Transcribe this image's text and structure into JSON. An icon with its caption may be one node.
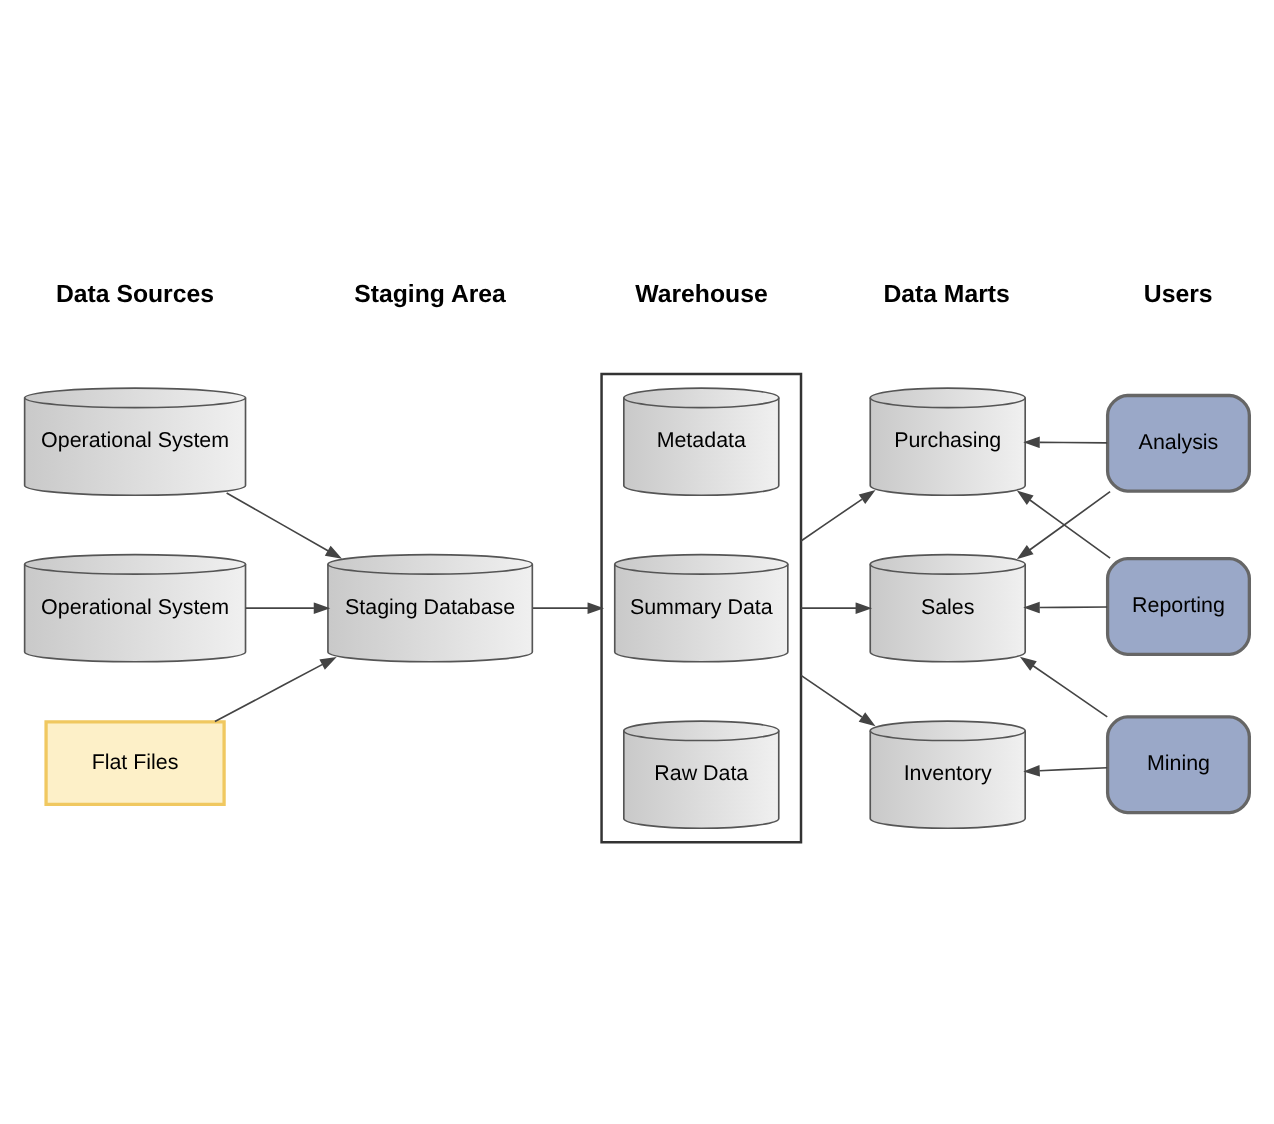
{
  "diagram": {
    "nodes": [
      {
        "text": [
          "Operational System"
        ]
      },
      {
        "text": [
          "Operational System"
        ]
      },
      {
        "text": [
          "Flat Files"
        ]
      },
      {
        "text": [
          "Staging Database"
        ]
      },
      {
        "text": [],
        "shape": "box"
      },
      {
        "text": [
          "Metadata"
        ],
        "in": 4
      },
      {
        "text": [
          "Summary Data"
        ],
        "in": 4
      },
      {
        "text": [
          "Raw Data"
        ],
        "in": 4
      },
      {
        "text": [
          "Purchasing"
        ]
      },
      {
        "text": [
          "Sales"
        ]
      },
      {
        "text": [
          "Inventory"
        ]
      },
      {
        "text": [
          "Analysis"
        ]
      },
      {
        "text": [
          "Reporting"
        ]
      },
      {
        "text": [
          "Mining"
        ]
      }
    ],
    "edges": [
      {
        "from": 0,
        "to": 3,
        "arrow": "to"
      },
      {
        "from": 1,
        "to": 3,
        "arrow": "to"
      },
      {
        "from": 2,
        "to": 3,
        "arrow": "to"
      },
      {
        "from": 3,
        "to": 4,
        "arrow": "to"
      },
      {
        "from": 4,
        "to": 8,
        "arrow": "to"
      },
      {
        "from": 4,
        "to": 9,
        "arrow": "to"
      },
      {
        "from": 4,
        "to": 10,
        "arrow": "to"
      },
      {
        "from": 11,
        "to": 8,
        "arrow": "to"
      },
      {
        "from": 11,
        "to": 9,
        "arrow": "to"
      },
      {
        "from": 12,
        "to": 9,
        "arrow": "to"
      },
      {
        "from": 12,
        "to": 8,
        "arrow": "to"
      },
      {
        "from": 13,
        "to": 9,
        "arrow": "to"
      },
      {
        "from": 13,
        "to": 10,
        "arrow": "to"
      }
    ],
    "labels": [
      "Data Sources",
      "Staging Area",
      "Warehouse",
      "Data Marts",
      "Users"
    ]
  }
}
